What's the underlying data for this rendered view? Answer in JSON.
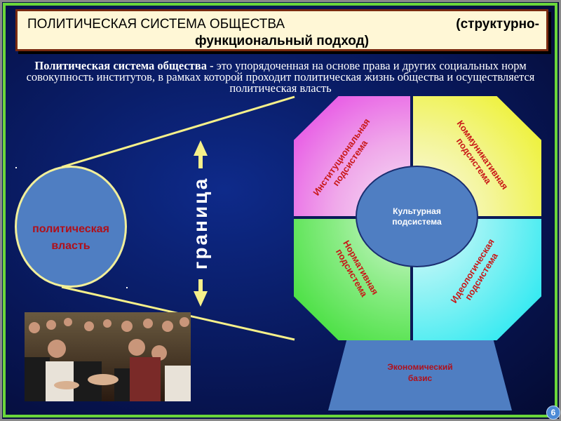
{
  "title": {
    "line1_left": "ПОЛИТИЧЕСКАЯ СИСТЕМА ОБЩЕСТВА",
    "line1_right": "(структурно-",
    "line2": "функциональный подход)"
  },
  "definition": {
    "term": "Политическая система общества -",
    "text": " это упорядоченная на основе права и других социальных норм совокупность институтов, в рамках которой проходит политическая жизнь общества и осуществляется политическая власть"
  },
  "power_circle": {
    "line1": "политическая",
    "line2": "власть"
  },
  "boundary_label": "граница",
  "subsystems": {
    "institutional": {
      "line1": "Институциональная",
      "line2": "подсистема"
    },
    "communicative": {
      "line1": "Коммуникативная",
      "line2": "подсистема"
    },
    "normative": {
      "line1": "Нормативная",
      "line2": "подсистема"
    },
    "ideological": {
      "line1": "Идеологическая",
      "line2": "подсистема"
    },
    "cultural": {
      "line1": "Культурная",
      "line2": "подсистема"
    }
  },
  "economic_base": {
    "line1": "Экономический",
    "line2": "базис"
  },
  "page_number": "6",
  "colors": {
    "title_bg": "#fff7d6",
    "frame_green": "#6ad63a",
    "circle_blue": "#4f7ec2",
    "label_red": "#c81818",
    "arrow_yellow": "#f6f08a"
  },
  "icons": {
    "arrow_up": "arrow-up-icon",
    "arrow_down": "arrow-down-icon"
  }
}
